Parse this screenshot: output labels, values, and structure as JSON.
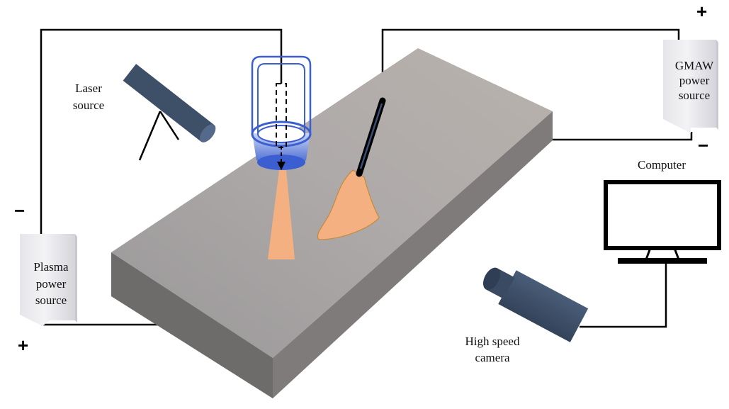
{
  "labels": {
    "laser": [
      "Laser",
      "source"
    ],
    "gmaw": [
      "GMAW",
      "power",
      "source"
    ],
    "plasma": [
      "Plasma",
      "power",
      "source"
    ],
    "computer": "Computer",
    "camera": [
      "High speed",
      "camera"
    ]
  },
  "polarity": {
    "gmaw_top": "+",
    "gmaw_bottom": "−",
    "plasma_top": "−",
    "plasma_bottom": "+"
  },
  "colors": {
    "plate_top": "#a9a6a5",
    "plate_front": "#6b6969",
    "plate_side": "#7a7777",
    "laser_body": "#3e5068",
    "torch_blue": "#3b5fd0",
    "arc_fill": "#f4b081",
    "wire": "#000000"
  }
}
